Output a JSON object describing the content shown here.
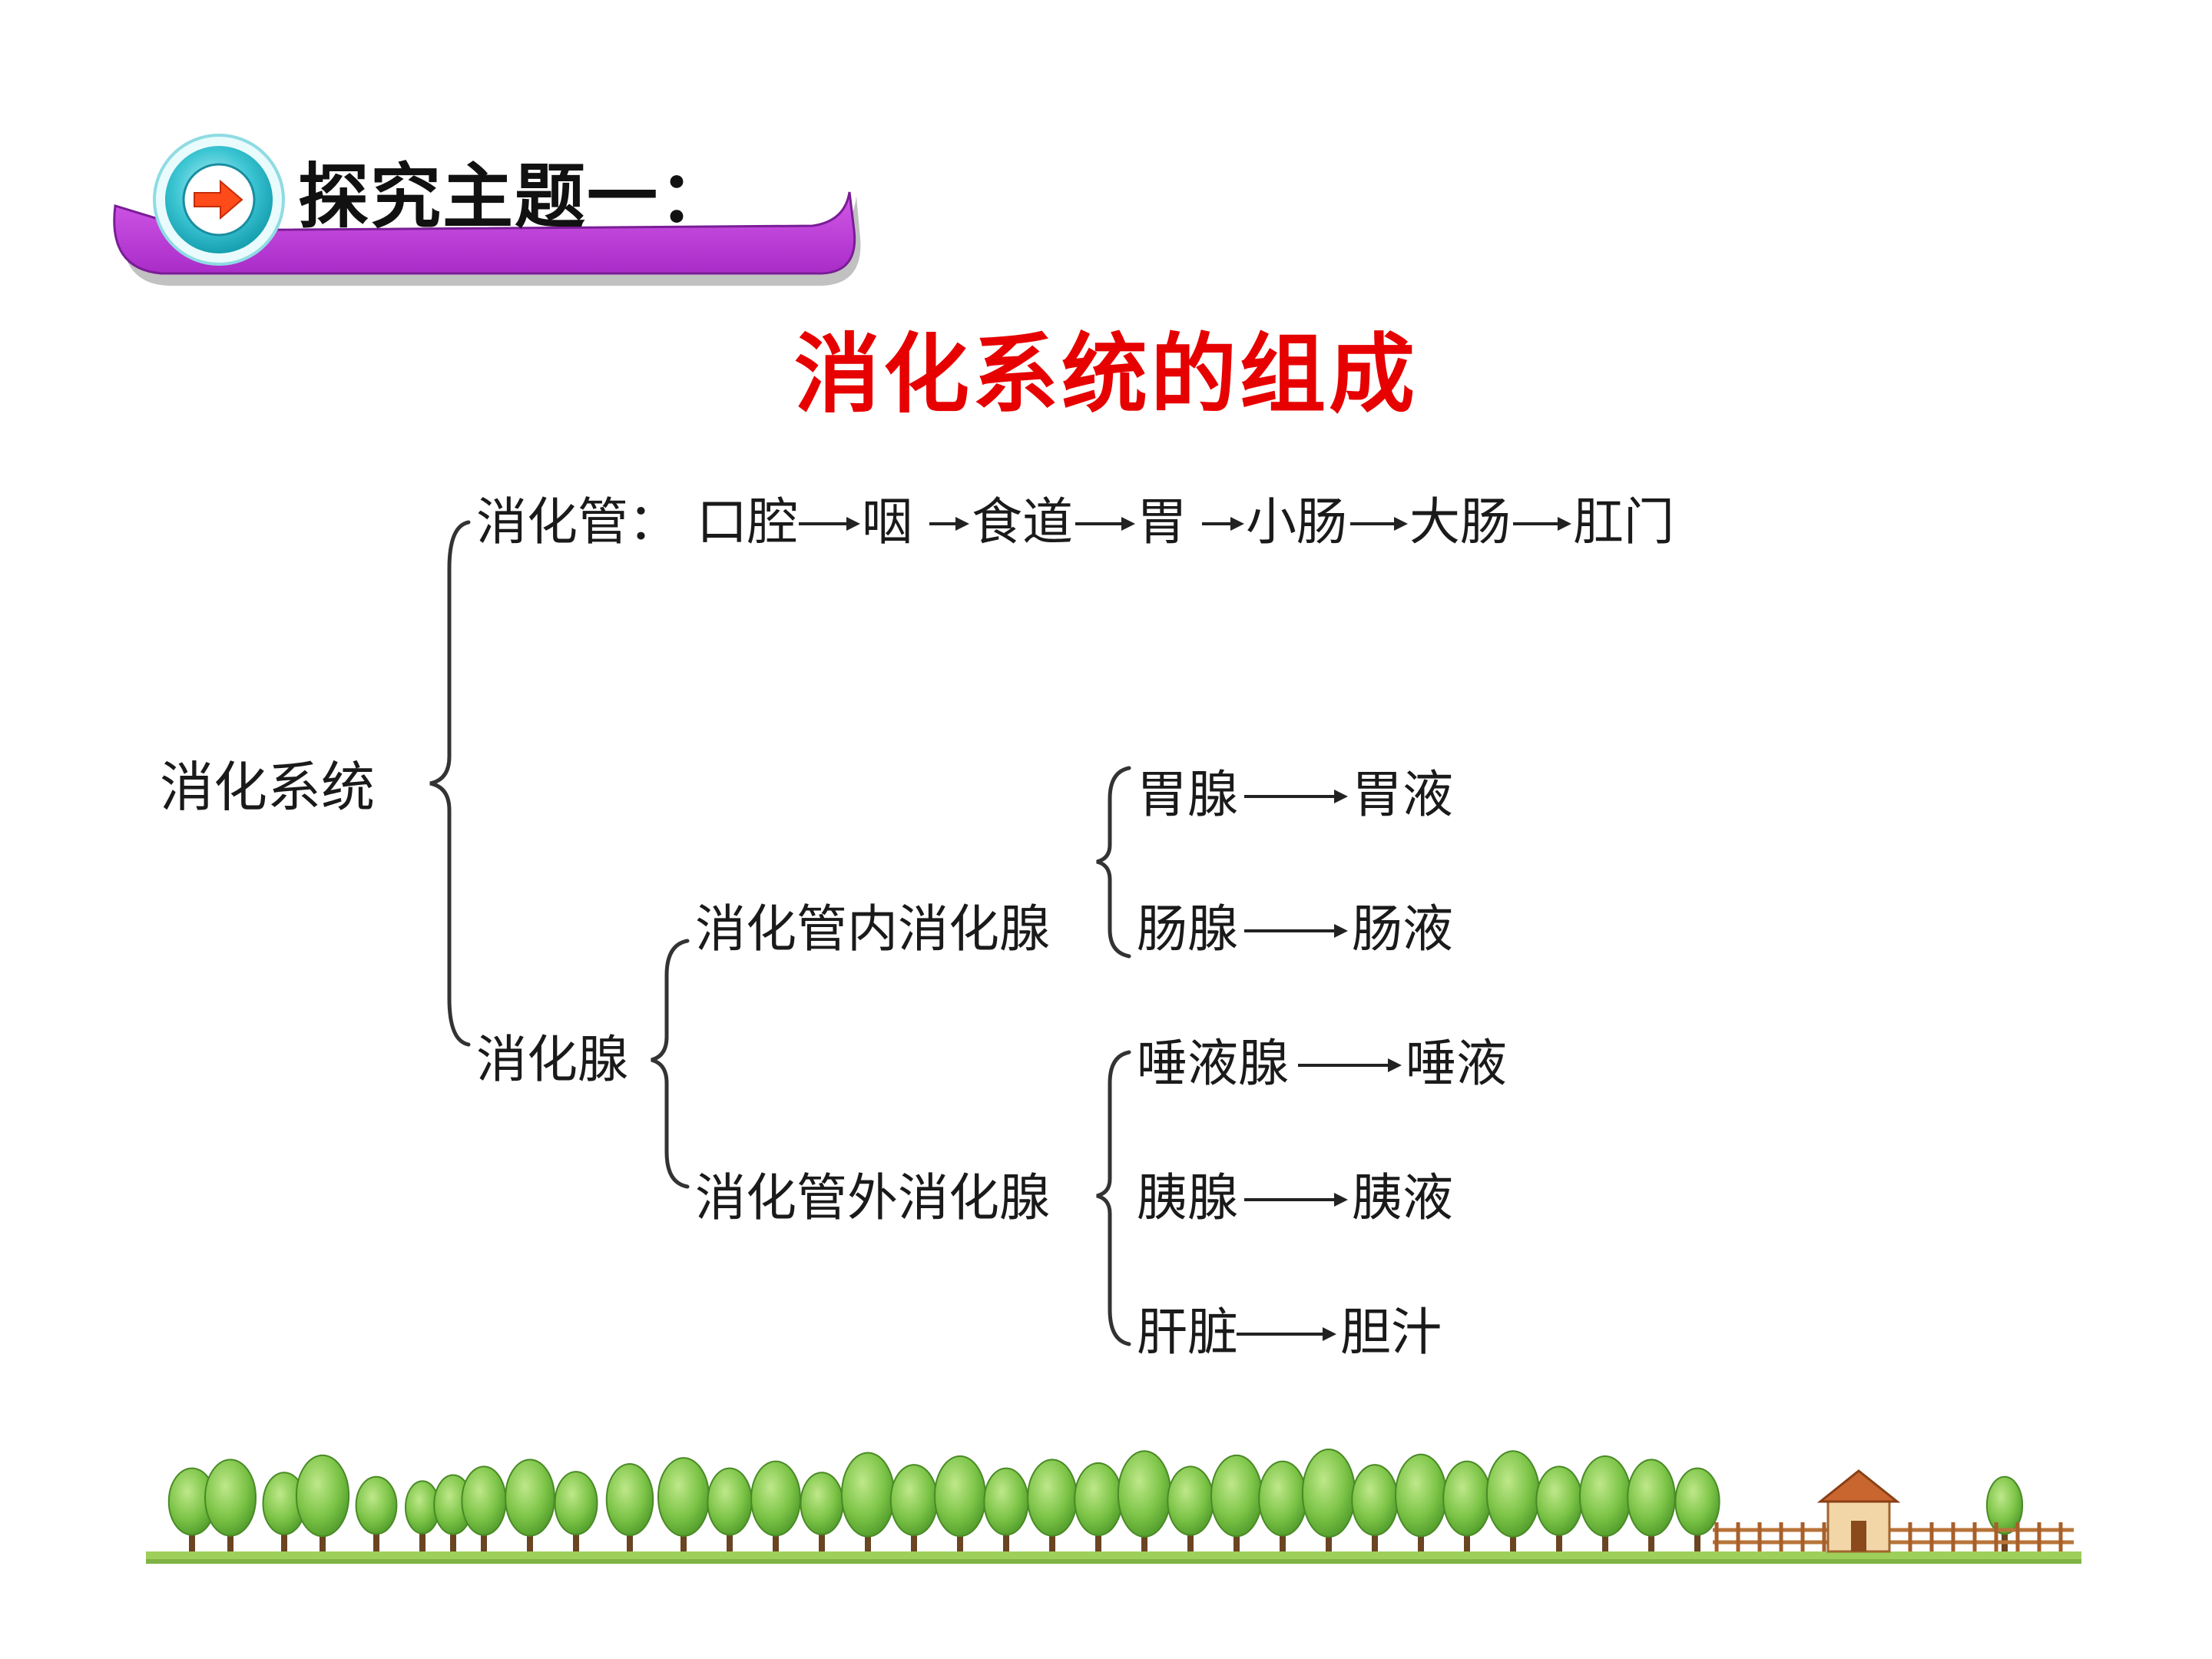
{
  "header": {
    "banner_label": "探究主题一：",
    "icon": "right-arrow-icon",
    "colors": {
      "banner": "#c041e0",
      "badge": "#1fb7c6",
      "arrow": "#ff4a1a"
    }
  },
  "title": {
    "text": "消化系统的组成",
    "color": "#e60000"
  },
  "diagram": {
    "root": "消化系统",
    "tract": {
      "label": "消化管：",
      "sequence": [
        "口腔",
        "咽",
        "食道",
        "胃",
        "小肠",
        "大肠",
        "肛门"
      ]
    },
    "glands": {
      "label": "消化腺",
      "inner": {
        "label": "消化管内消化腺",
        "items": [
          {
            "gland": "胃腺",
            "secretion": "胃液"
          },
          {
            "gland": "肠腺",
            "secretion": "肠液"
          }
        ]
      },
      "outer": {
        "label": "消化管外消化腺",
        "items": [
          {
            "gland": "唾液腺",
            "secretion": "唾液"
          },
          {
            "gland": "胰腺",
            "secretion": "胰液"
          },
          {
            "gland": "肝脏",
            "secretion": "胆汁"
          }
        ]
      }
    }
  }
}
